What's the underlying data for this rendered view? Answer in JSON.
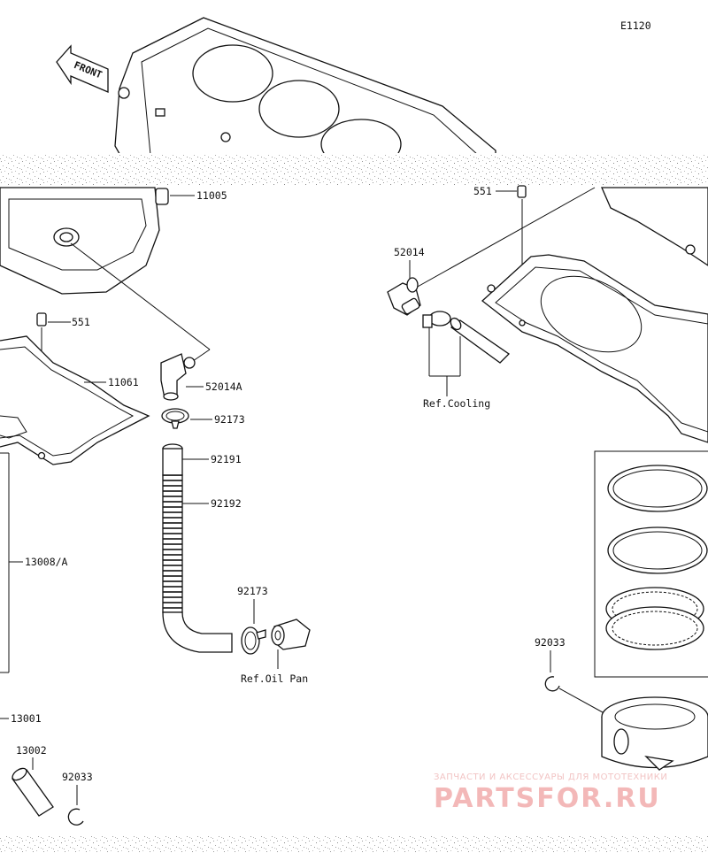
{
  "diagram": {
    "code": "E1120",
    "front_label": "FRONT",
    "labels": {
      "p11005": "11005",
      "p551_left": "551",
      "p551_right": "551",
      "p11061": "11061",
      "p52014a": "52014A",
      "p92173_top": "92173",
      "p92191": "92191",
      "p92192": "92192",
      "p13008a": "13008/A",
      "p92173_bottom": "92173",
      "ref_oil_pan": "Ref.Oil Pan",
      "p52014": "52014",
      "ref_cooling": "Ref.Cooling",
      "p92033_right": "92033",
      "p13001": "13001",
      "p13002": "13002",
      "p92033_left": "92033"
    }
  },
  "watermark": {
    "line1": "ЗАПЧАСТИ И АКСЕССУАРЫ ДЛЯ МОТОТЕХНИКИ",
    "line2": "PARTSFOR.RU"
  }
}
